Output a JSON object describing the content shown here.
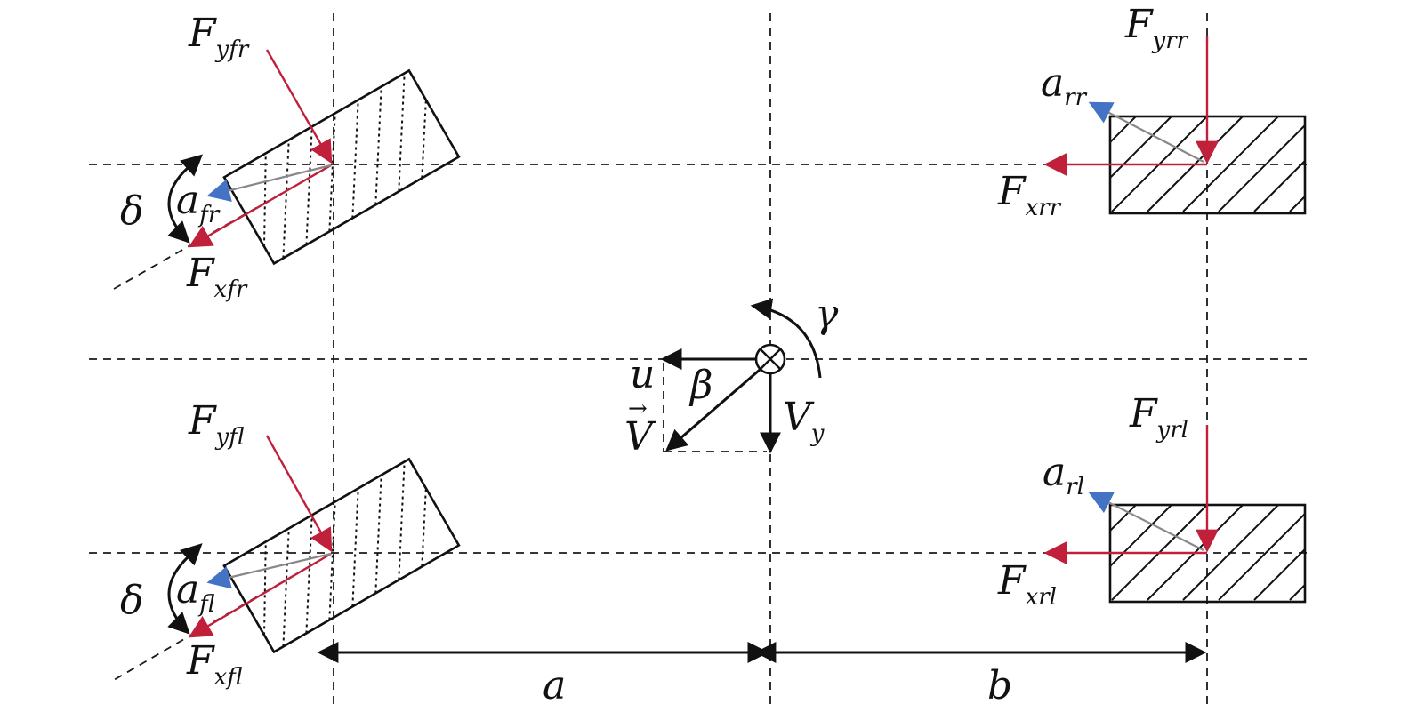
{
  "labels": {
    "Fyfr": {
      "main": "F",
      "sub": "yfr"
    },
    "Fxfr": {
      "main": "F",
      "sub": "xfr"
    },
    "afr": {
      "main": "a",
      "sub": "fr"
    },
    "delta_top": "δ",
    "Fyfl": {
      "main": "F",
      "sub": "yfl"
    },
    "Fxfl": {
      "main": "F",
      "sub": "xfl"
    },
    "afl": {
      "main": "a",
      "sub": "fl"
    },
    "delta_bottom": "δ",
    "Fyrr": {
      "main": "F",
      "sub": "yrr"
    },
    "Fxrr": {
      "main": "F",
      "sub": "xrr"
    },
    "arr": {
      "main": "a",
      "sub": "rr"
    },
    "Fyrl": {
      "main": "F",
      "sub": "yrl"
    },
    "Fxrl": {
      "main": "F",
      "sub": "xrl"
    },
    "arl": {
      "main": "a",
      "sub": "rl"
    },
    "gamma": "γ",
    "u": "u",
    "beta": "β",
    "V": "V",
    "V_arrow": "→",
    "Vy": {
      "main": "V",
      "sub": "y"
    },
    "a_dim": "a",
    "b_dim": "b"
  },
  "colors": {
    "force": "#c0203a",
    "slip": "#4472c4",
    "line": "#111111"
  }
}
